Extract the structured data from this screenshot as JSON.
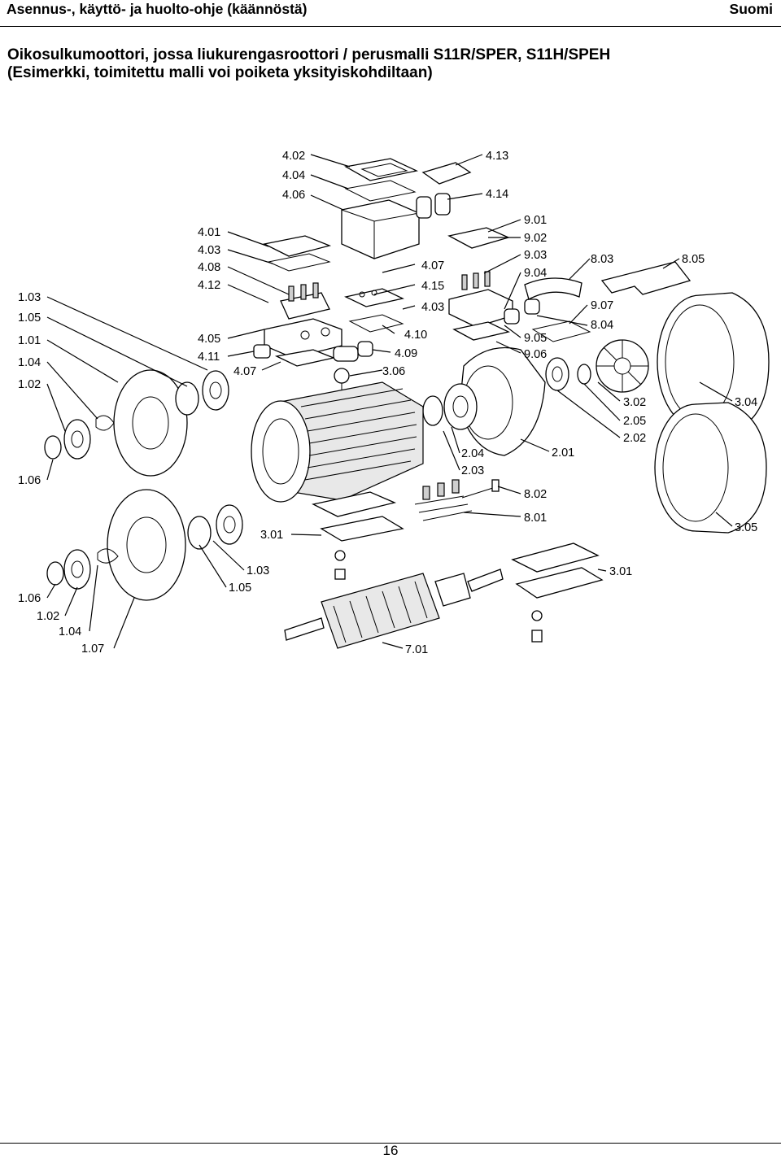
{
  "header": {
    "left": "Asennus-, käyttö- ja huolto-ohje (käännöstä)",
    "right": "Suomi"
  },
  "title": {
    "line1": "Oikosulkumoottori, jossa liukurengasroottori / perusmalli S11R/SPER, S11H/SPEH",
    "line2": "(Esimerkki, toimitettu malli voi poiketa yksityiskohdiltaan)"
  },
  "labels": {
    "l402": "4.02",
    "l404": "4.04",
    "l406": "4.06",
    "l413": "4.13",
    "l414": "4.14",
    "l401": "4.01",
    "l403": "4.03",
    "l408": "4.08",
    "l412": "4.12",
    "l407a": "4.07",
    "l415": "4.15",
    "l403b": "4.03",
    "l410": "4.10",
    "l409": "4.09",
    "l405": "4.05",
    "l411": "4.11",
    "l407b": "4.07",
    "l306": "3.06",
    "l901": "9.01",
    "l902": "9.02",
    "l903": "9.03",
    "l904": "9.04",
    "l803": "8.03",
    "l805": "8.05",
    "l907": "9.07",
    "l804": "8.04",
    "l905": "9.05",
    "l906": "9.06",
    "l103a": "1.03",
    "l105a": "1.05",
    "l101": "1.01",
    "l104a": "1.04",
    "l102a": "1.02",
    "l106a": "1.06",
    "l302": "3.02",
    "l304": "3.04",
    "l205": "2.05",
    "l202": "2.02",
    "l201": "2.01",
    "l204": "2.04",
    "l203": "2.03",
    "l802": "8.02",
    "l801": "8.01",
    "l305": "3.05",
    "l301a": "3.01",
    "l301b": "3.01",
    "l103b": "1.03",
    "l105b": "1.05",
    "l106b": "1.06",
    "l102b": "1.02",
    "l104b": "1.04",
    "l107": "1.07",
    "l701": "7.01"
  },
  "footer": {
    "page": "16"
  }
}
